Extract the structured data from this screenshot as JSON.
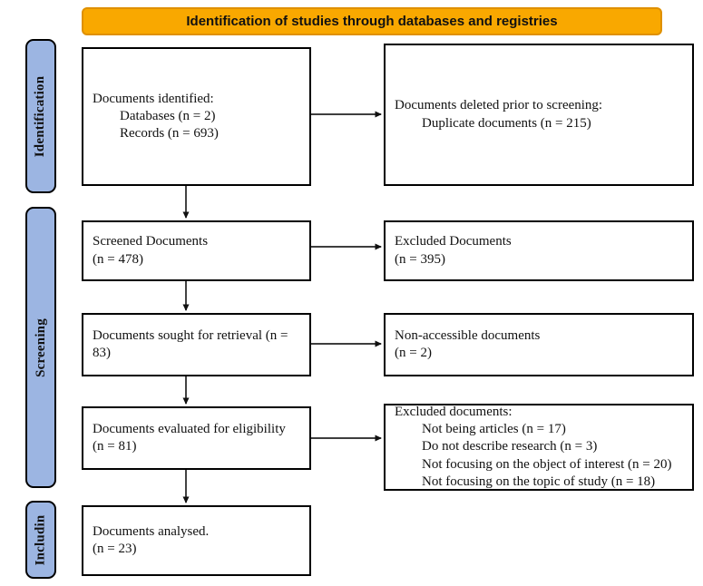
{
  "banner": {
    "label": "Identification of studies through databases and registries"
  },
  "colors": {
    "banner_fill": "#F9A800",
    "banner_border": "#DF9000",
    "stage_fill": "#9CB5E2",
    "box_border": "#000000",
    "arrow": "#1a1a1a"
  },
  "stages": [
    {
      "label": "Identification"
    },
    {
      "label": "Screening"
    },
    {
      "label": "Includin"
    }
  ],
  "boxes": {
    "identified": {
      "line1": "Documents identified:",
      "line2": "Databases (n = 2)",
      "line3": "Records (n = 693)"
    },
    "deleted": {
      "line1": "Documents deleted prior to screening:",
      "line2": "Duplicate documents (n = 215)"
    },
    "screened": {
      "line1": "Screened Documents",
      "line2": "(n = 478)"
    },
    "excluded": {
      "line1": "Excluded Documents",
      "line2": "(n = 395)"
    },
    "retrieval": {
      "line1": "Documents sought for retrieval (n =",
      "line2": "83)"
    },
    "nonaccessible": {
      "line1": "Non-accessible documents",
      "line2": "(n = 2)"
    },
    "eligibility": {
      "line1": "Documents evaluated for eligibility",
      "line2": "(n = 81)"
    },
    "excluded_reasons": {
      "line1": "Excluded documents:",
      "line2": "Not being articles (n = 17)",
      "line3": "Do not describe research (n = 3)",
      "line4": "Not focusing on the object of interest (n = 20)",
      "line5": "Not focusing on the topic of study (n = 18)"
    },
    "analysed": {
      "line1": "Documents analysed.",
      "line2": "(n = 23)"
    }
  }
}
